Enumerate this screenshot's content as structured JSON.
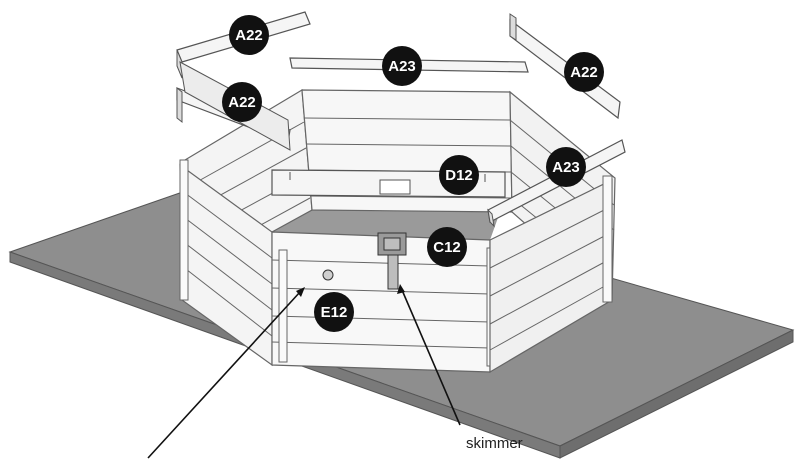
{
  "labels": {
    "a22_top_left": "A22",
    "a22_mid_left": "A22",
    "a22_top_right": "A22",
    "a23_top": "A23",
    "a23_right": "A23",
    "d12": "D12",
    "c12": "C12",
    "e12": "E12"
  },
  "captions": {
    "skimmer": "skimmer"
  },
  "colors": {
    "ground": "#8e8e8e",
    "ground_side": "#7a7a7a",
    "wood": "#f4f4f4",
    "wood_line": "#666666",
    "pool_floor": "#9a9a9a",
    "badge": "#111111"
  }
}
